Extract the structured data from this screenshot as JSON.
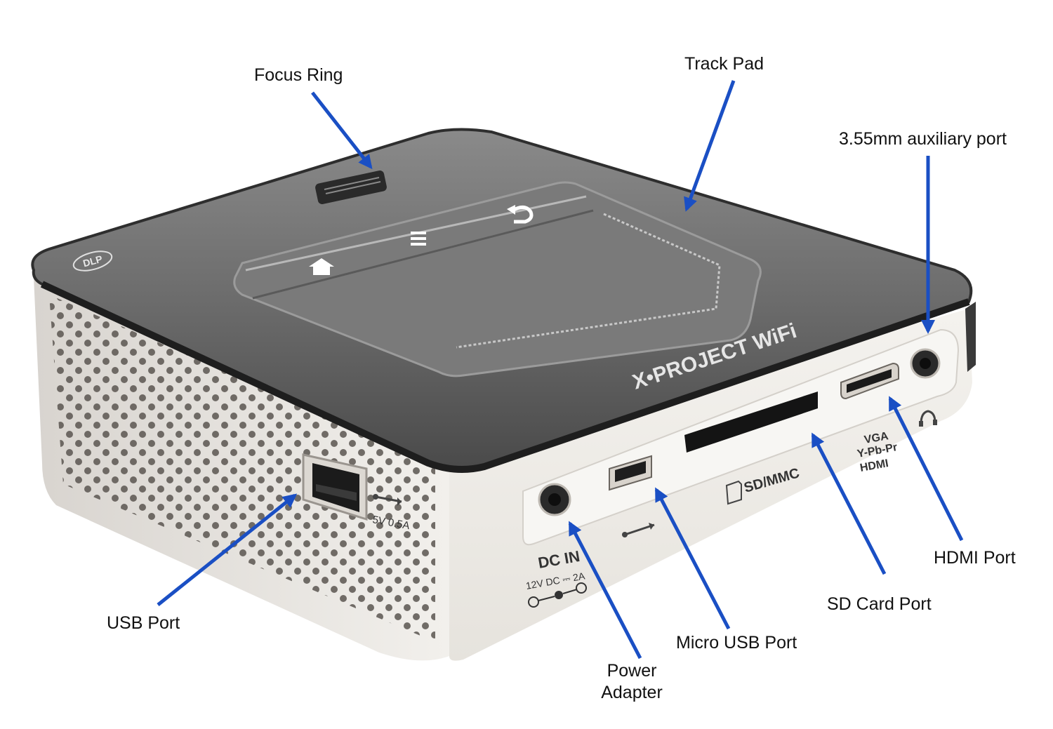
{
  "labels": {
    "focus_ring": "Focus Ring",
    "track_pad": "Track Pad",
    "aux_port": "3.55mm auxiliary port",
    "usb_port": "USB Port",
    "hdmi_port": "HDMI Port",
    "sd_card_port": "SD Card Port",
    "micro_usb_port": "Micro USB Port",
    "power_adapter_line1": "Power",
    "power_adapter_line2": "Adapter"
  },
  "device_markings": {
    "brand": "X•PROJECT WiFi",
    "dlp": "DLP",
    "usb_rating": "5V 0.5A",
    "dc_in": "DC IN",
    "dc_rating": "12V DC ⎓ 2A",
    "sd_mmc": "SD/MMC",
    "video_line1": "VGA",
    "video_line2": "Y-Pb-Pr",
    "video_line3": "HDMI"
  },
  "colors": {
    "arrow": "#1a4fc4",
    "top_shell": "#6b6b6b",
    "body_white": "#eeebe6"
  }
}
